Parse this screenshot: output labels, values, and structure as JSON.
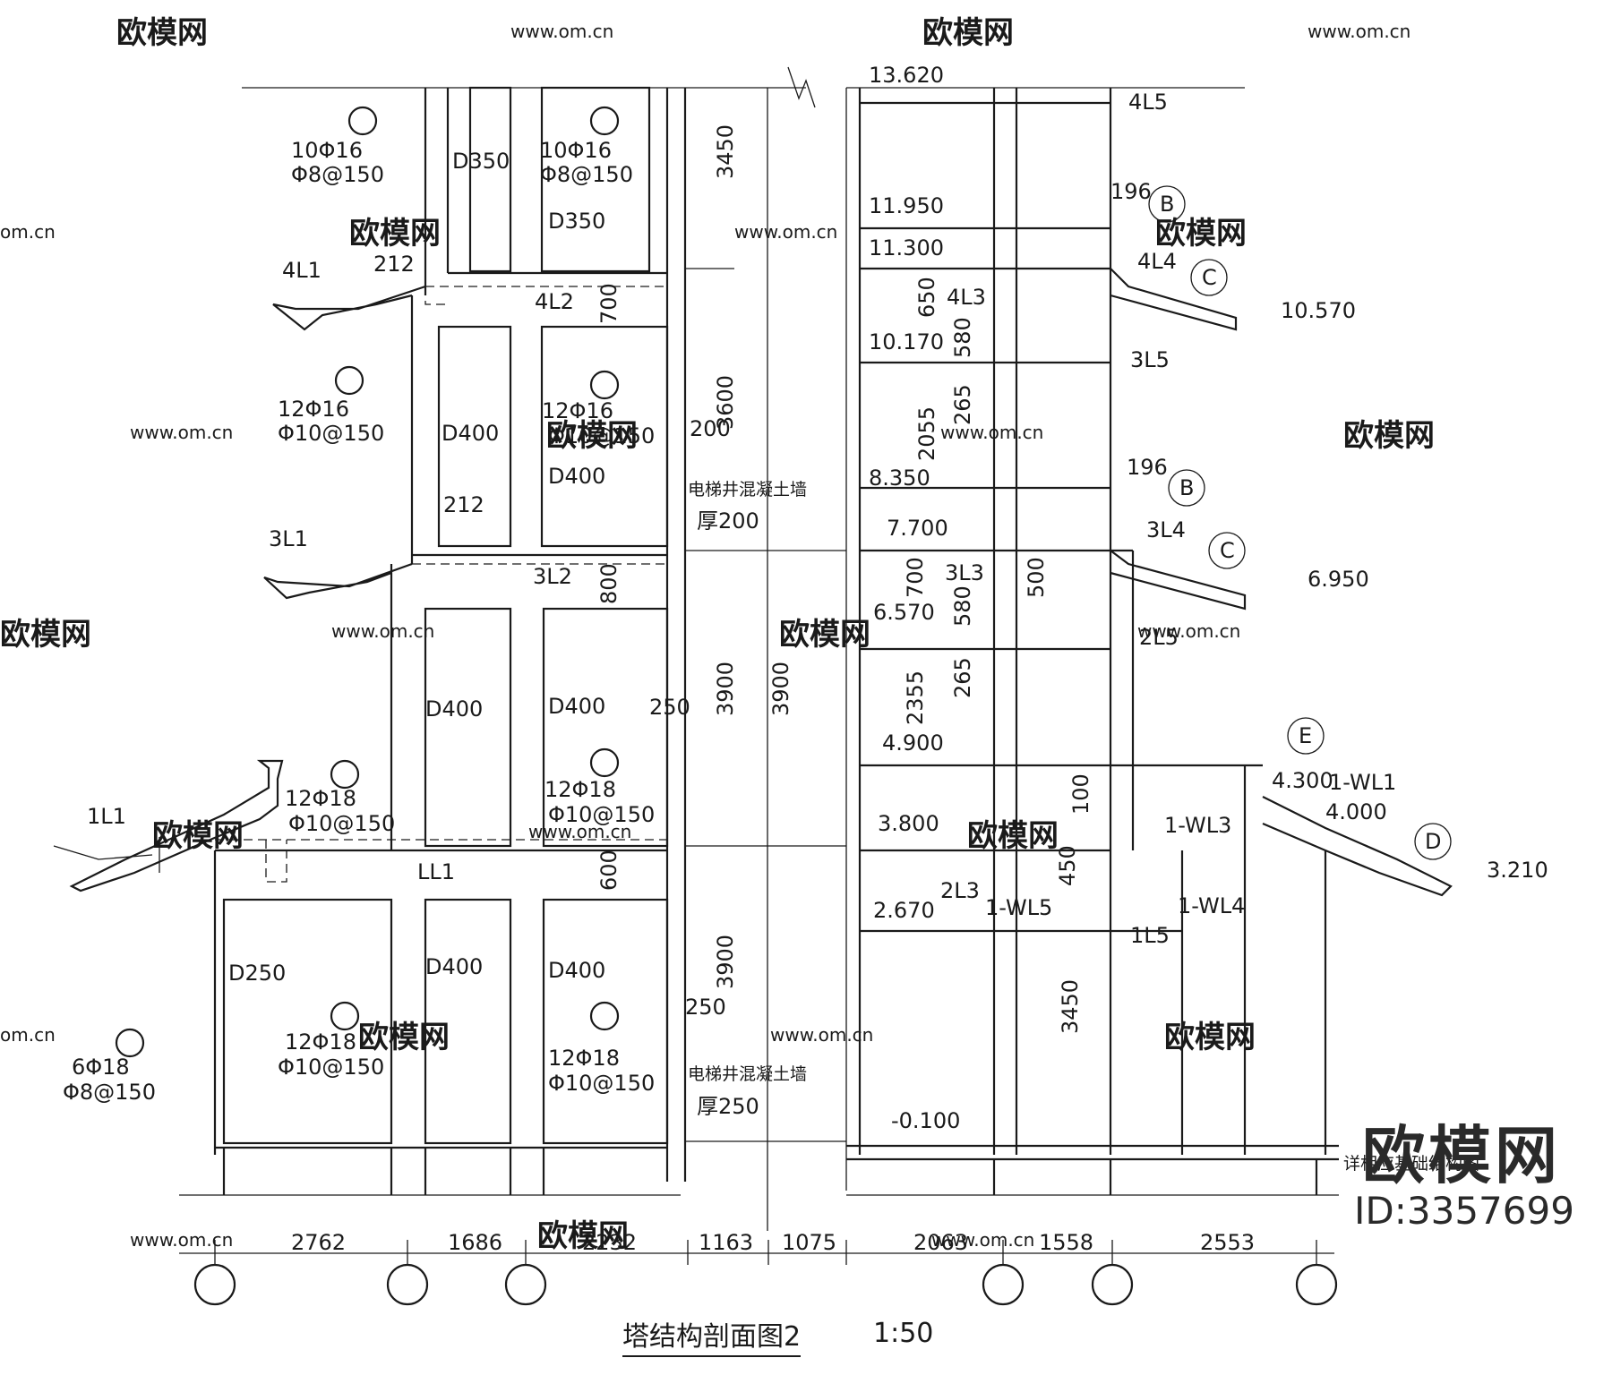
{
  "drawing": {
    "title": "塔结构剖面图2",
    "scale": "1:50",
    "watermark_text": "欧模网",
    "watermark_url": "www.om.cn",
    "watermark_url_short": "om.cn",
    "brand": "欧模网",
    "brand_id": "ID:3357699"
  },
  "elevations": [
    "13.620",
    "11.950",
    "11.300",
    "10.570",
    "10.170",
    "8.350",
    "7.700",
    "6.950",
    "6.570",
    "4.900",
    "4.300",
    "4.000",
    "3.800",
    "3.210",
    "2.670",
    "-0.100"
  ],
  "vertical_dimensions": [
    "3450",
    "3600",
    "3900",
    "3900",
    "3900",
    "700",
    "800",
    "600",
    "650",
    "580",
    "265",
    "2055",
    "700",
    "580",
    "265",
    "2355",
    "500",
    "100",
    "450",
    "3450",
    "200",
    "250",
    "250"
  ],
  "horizontal_dimensions": [
    "2762",
    "1686",
    "2232",
    "1163",
    "1075",
    "2063",
    "1558",
    "2553"
  ],
  "beam_labels": [
    "4L1",
    "4L2",
    "3L1",
    "3L2",
    "1L1",
    "LL1",
    "4L5",
    "4L4",
    "4L3",
    "3L5",
    "3L4",
    "3L3",
    "2L5",
    "2L3",
    "1-WL1",
    "1-WL3",
    "1-WL4",
    "1-WL5",
    "1L5"
  ],
  "sizes": [
    "D350",
    "D400",
    "D250",
    "212",
    "196"
  ],
  "rebar": {
    "r1": [
      "10Φ16",
      "Φ8@150"
    ],
    "r2": [
      "12Φ16",
      "Φ10@150"
    ],
    "r3": [
      "12Φ18",
      "Φ10@150"
    ],
    "r4": [
      "6Φ18",
      "Φ8@150"
    ]
  },
  "callouts": [
    "B",
    "C",
    "D",
    "E"
  ],
  "notes": [
    "电梯井混凝土墙",
    "厚200",
    "厚250",
    "详相应基础结构图"
  ]
}
